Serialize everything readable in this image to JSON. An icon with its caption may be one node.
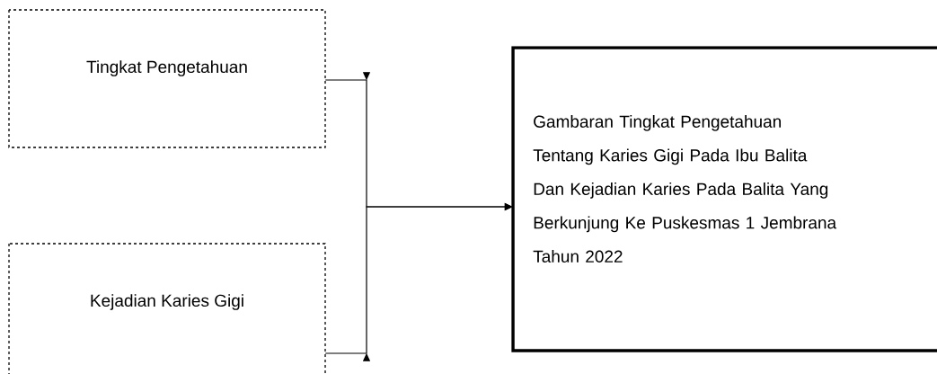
{
  "diagram": {
    "nodes": [
      {
        "text": [
          "Tingkat Pengetahuan"
        ]
      },
      {
        "text": [
          "Kejadian Karies Gigi"
        ]
      },
      {
        "text": [
          "Gambaran Tingkat Pengetahuan Tentang Karies Gigi Pada Ibu Balita Dan Kejadian Karies Pada Balita Yang Berkunjung Ke Puskesmas 1 Jembrana Tahun 2022"
        ]
      }
    ],
    "edges": [
      {
        "from": 0,
        "to": 2,
        "arrow": "to"
      },
      {
        "from": 1,
        "to": 2,
        "arrow": "to"
      }
    ]
  }
}
